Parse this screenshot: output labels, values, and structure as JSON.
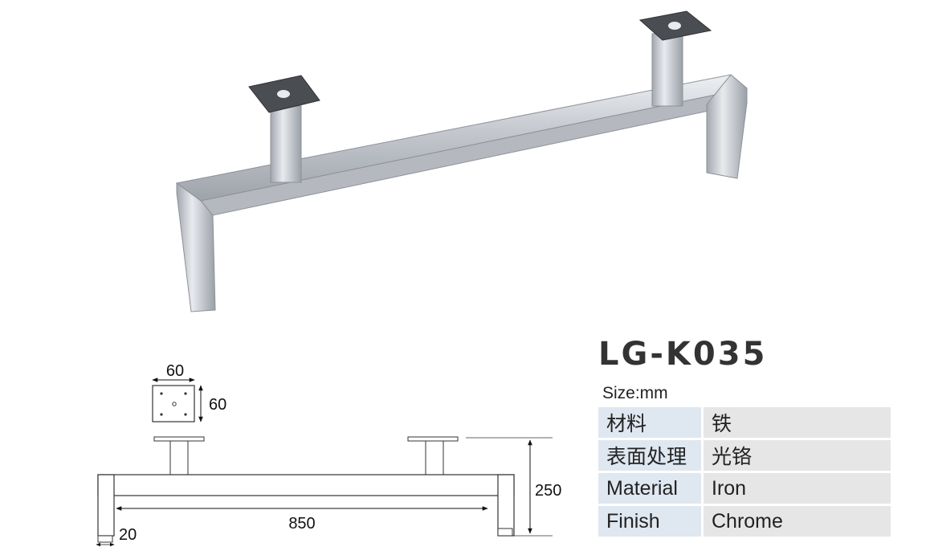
{
  "model": "LG-K035",
  "size_note": "Size:mm",
  "specs": [
    {
      "label": "材料",
      "value": "铁"
    },
    {
      "label": "表面处理",
      "value": "光铬"
    },
    {
      "label": "Material",
      "value": "Iron"
    },
    {
      "label": "Finish",
      "value": "Chrome"
    }
  ],
  "dimensions": {
    "plate_width": "60",
    "plate_height": "60",
    "height": "250",
    "length": "850",
    "tube": "20"
  },
  "colors": {
    "label_cell": "#dfe7f1",
    "value_cell": "#e6e6e6",
    "chrome": "#b9bcc2",
    "plate": "#4a4d52"
  }
}
